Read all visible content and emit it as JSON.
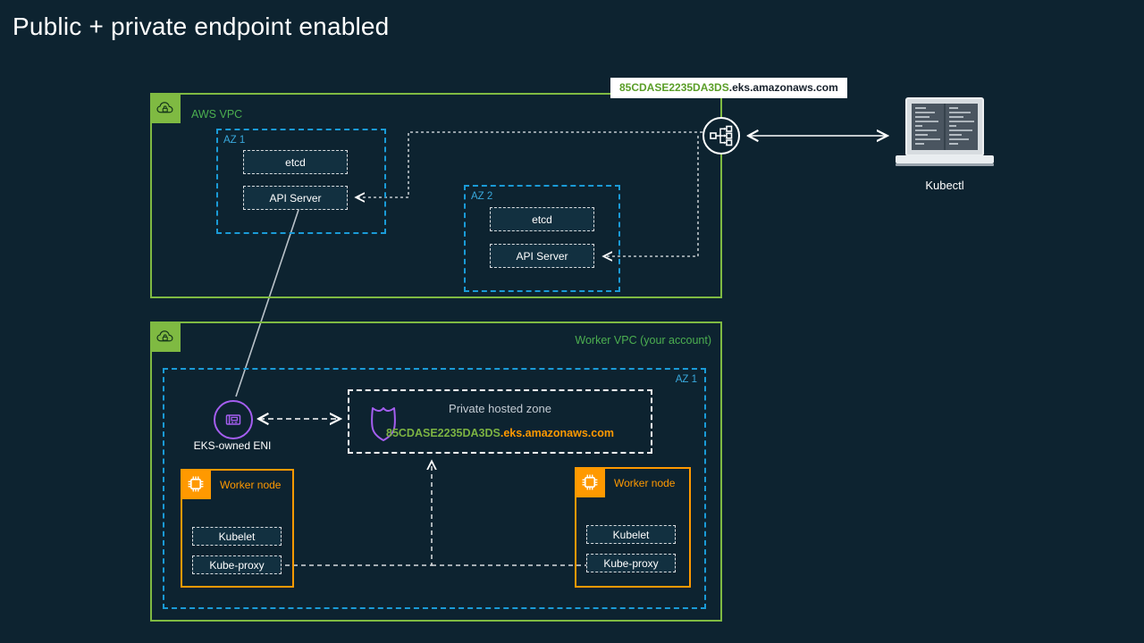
{
  "title": "Public + private endpoint enabled",
  "endpoint_chip": {
    "cluster_id": "85CDASE2235DA3DS",
    "domain_suffix": ".eks.amazonaws.com"
  },
  "aws_vpc": {
    "label": "AWS VPC",
    "icon": "cloud-lock-icon",
    "border_color": "#7fba42",
    "azs": [
      {
        "label": "AZ 1",
        "components": [
          {
            "label": "etcd"
          },
          {
            "label": "API Server"
          }
        ]
      },
      {
        "label": "AZ 2",
        "components": [
          {
            "label": "etcd"
          },
          {
            "label": "API Server"
          }
        ]
      }
    ]
  },
  "worker_vpc": {
    "label": "Worker VPC (your account)",
    "icon": "cloud-lock-icon",
    "border_color": "#7fba42",
    "az": {
      "label": "AZ 1"
    },
    "eni": {
      "label": "EKS-owned ENI",
      "icon": "network-interface-icon",
      "color": "#a45ef0"
    },
    "private_hosted_zone": {
      "title": "Private hosted zone",
      "icon": "route53-shield-icon",
      "cluster_id": "85CDASE2235DA3DS",
      "domain_suffix": ".eks.amazonaws.com",
      "color": "#a45ef0"
    },
    "worker_nodes": [
      {
        "label": "Worker node",
        "icon": "cpu-chip-icon",
        "components": [
          {
            "label": "Kubelet"
          },
          {
            "label": "Kube-proxy"
          }
        ]
      },
      {
        "label": "Worker node",
        "icon": "cpu-chip-icon",
        "components": [
          {
            "label": "Kubelet"
          },
          {
            "label": "Kube-proxy"
          }
        ]
      }
    ]
  },
  "network_endpoint": {
    "icon": "network-load-balancer-icon",
    "color": "#ffffff"
  },
  "client": {
    "label": "Kubectl",
    "icon": "laptop-icon"
  },
  "colors": {
    "background": "#0d2330",
    "vpc_green": "#7fba42",
    "label_green": "#4caf50",
    "az_blue": "#1a9bd7",
    "az_label_blue": "#39a9dd",
    "node_orange": "#ff9900",
    "purple": "#a45ef0",
    "component_fill": "#123040",
    "white": "#ffffff"
  }
}
